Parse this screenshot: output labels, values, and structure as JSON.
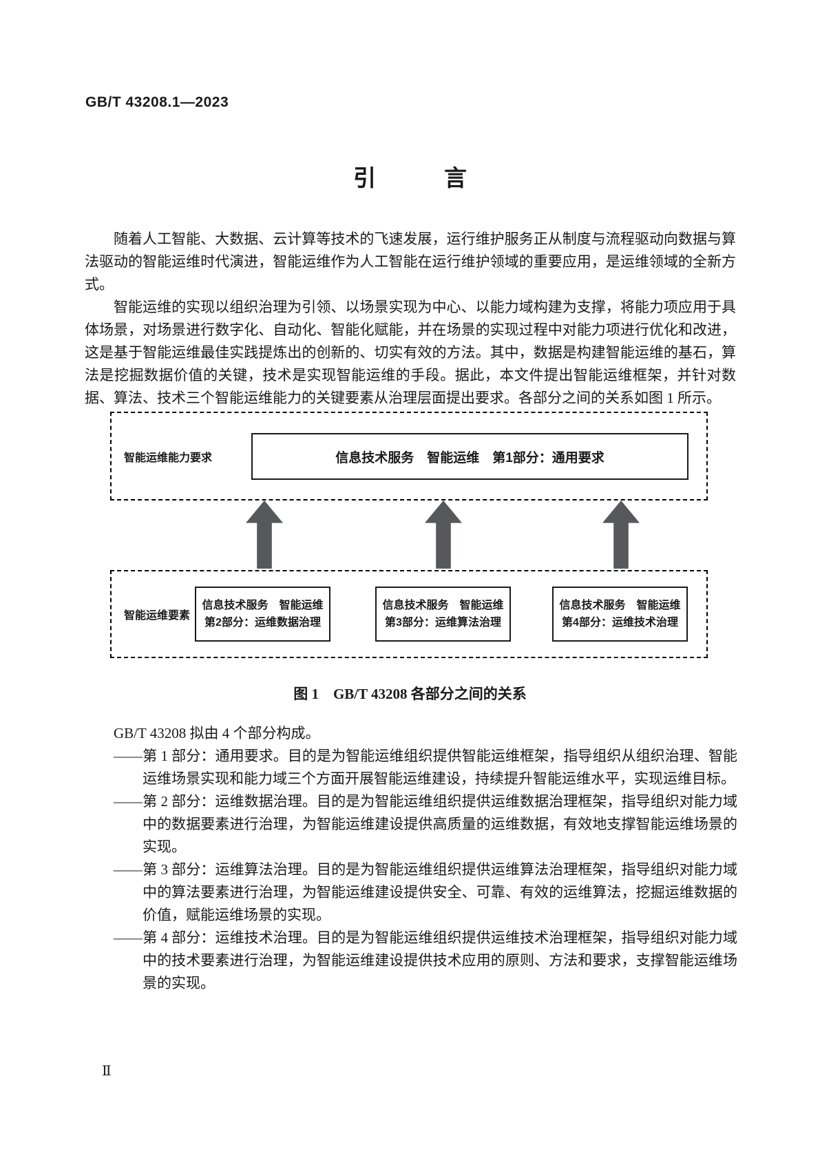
{
  "page": {
    "header_code": "GB/T 43208.1—2023",
    "title": "引　　　言",
    "page_number": "Ⅱ"
  },
  "intro": {
    "para1": "随着人工智能、大数据、云计算等技术的飞速发展，运行维护服务正从制度与流程驱动向数据与算法驱动的智能运维时代演进，智能运维作为人工智能在运行维护领域的重要应用，是运维领域的全新方式。",
    "para2": "智能运维的实现以组织治理为引领、以场景实现为中心、以能力域构建为支撑，将能力项应用于具体场景，对场景进行数字化、自动化、智能化赋能，并在场景的实现过程中对能力项进行优化和改进，这是基于智能运维最佳实践提炼出的创新的、切实有效的方法。其中，数据是构建智能运维的基石，算法是挖掘数据价值的关键，技术是实现智能运维的手段。据此，本文件提出智能运维框架，并针对数据、算法、技术三个智能运维能力的关键要素从治理层面提出要求。各部分之间的关系如图 1 所示。"
  },
  "figure": {
    "top_group_label": "智能运维能力要求",
    "top_box_label": "信息技术服务　智能运维　第1部分：通用要求",
    "bottom_group_label": "智能运维要素",
    "bottom_boxes": [
      {
        "line1": "信息技术服务　智能运维",
        "line2": "第2部分：运维数据治理"
      },
      {
        "line1": "信息技术服务　智能运维",
        "line2": "第3部分：运维算法治理"
      },
      {
        "line1": "信息技术服务　智能运维",
        "line2": "第4部分：运维技术治理"
      }
    ],
    "caption": "图 1　GB/T 43208 各部分之间的关系",
    "arrow_color": "#57585b"
  },
  "parts": {
    "intro_line": "GB/T 43208 拟由 4 个部分构成。",
    "items": [
      "——第 1 部分：通用要求。目的是为智能运维组织提供智能运维框架，指导组织从组织治理、智能运维场景实现和能力域三个方面开展智能运维建设，持续提升智能运维水平，实现运维目标。",
      "——第 2 部分：运维数据治理。目的是为智能运维组织提供运维数据治理框架，指导组织对能力域中的数据要素进行治理，为智能运维建设提供高质量的运维数据，有效地支撑智能运维场景的实现。",
      "——第 3 部分：运维算法治理。目的是为智能运维组织提供运维算法治理框架，指导组织对能力域中的算法要素进行治理，为智能运维建设提供安全、可靠、有效的运维算法，挖掘运维数据的价值，赋能运维场景的实现。",
      "——第 4 部分：运维技术治理。目的是为智能运维组织提供运维技术治理框架，指导组织对能力域中的技术要素进行治理，为智能运维建设提供技术应用的原则、方法和要求，支撑智能运维场景的实现。"
    ]
  }
}
